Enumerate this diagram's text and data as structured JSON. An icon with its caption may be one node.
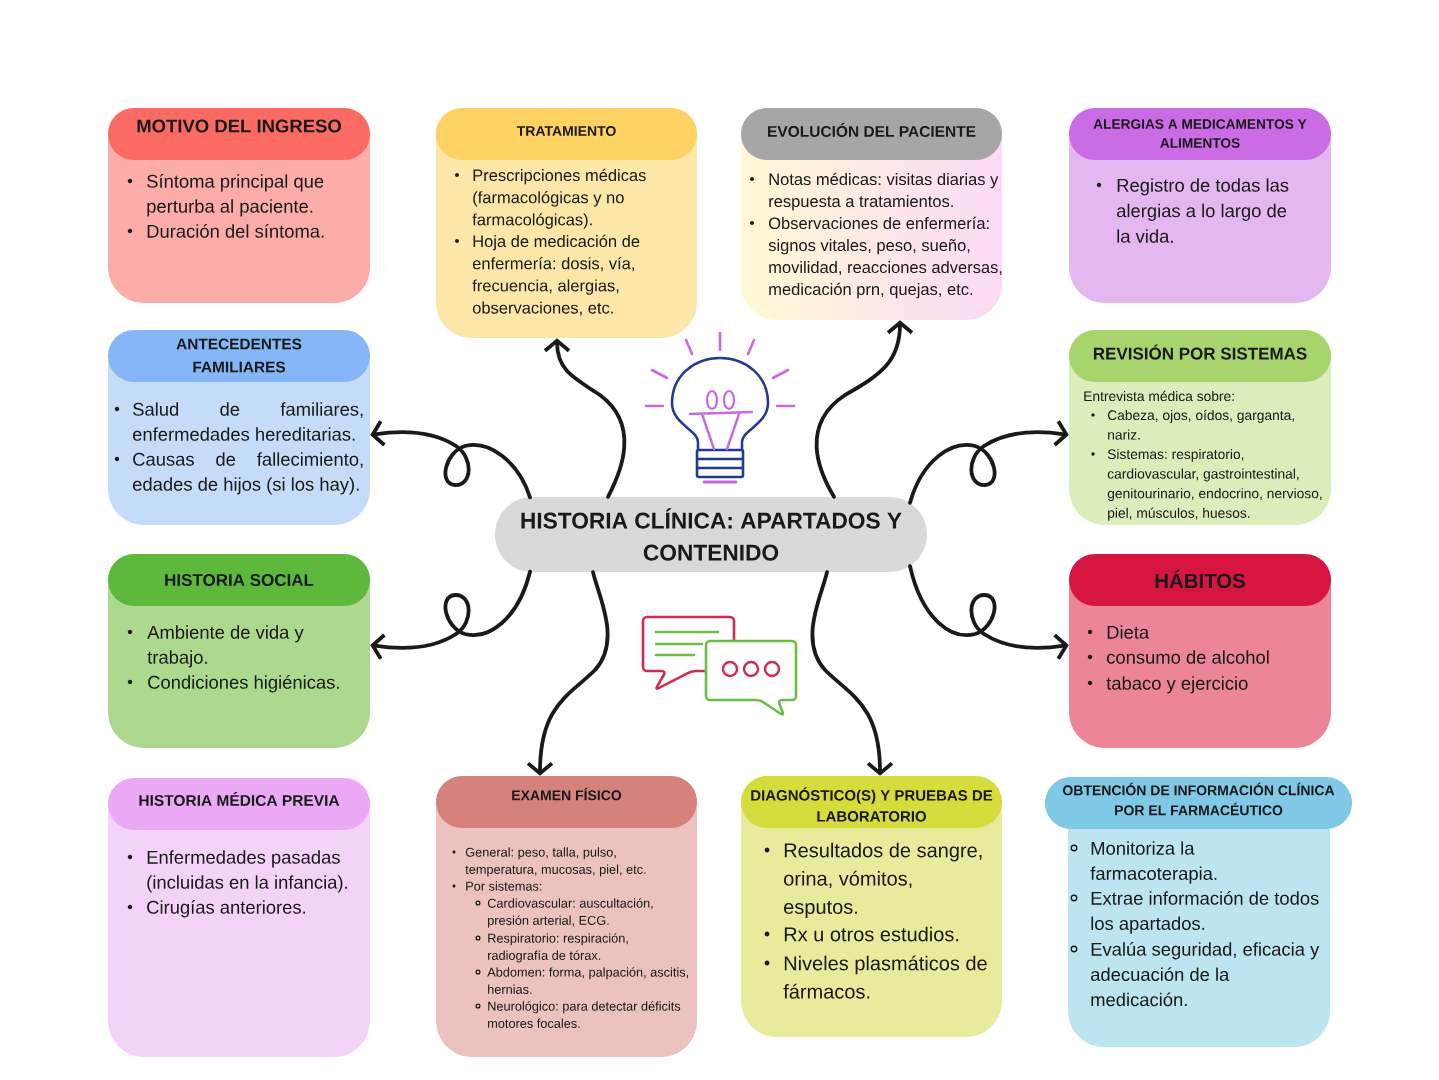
{
  "diagram": {
    "nodes": [
      {
        "text": [
          "HISTORIA CLÍNICA: APARTADOS Y CONTENIDO"
        ]
      },
      {
        "text": [
          "MOTIVO DEL INGRESO",
          "Síntoma principal que perturba al paciente.",
          "Duración del síntoma."
        ]
      },
      {
        "text": [
          "TRATAMIENTO",
          "Prescripciones médicas (farmacológicas y no farmacológicas).",
          "Hoja de medicación de enfermería: dosis, vía, frecuencia, alergias, observaciones, etc."
        ]
      },
      {
        "text": [
          "EVOLUCIÓN DEL PACIENTE",
          "Notas médicas: visitas diarias y respuesta a tratamientos.",
          "Observaciones de enfermería: signos vitales, peso, sueño, movilidad, reacciones adversas, medicación prn, quejas, etc."
        ]
      },
      {
        "text": [
          "ALERGIAS A MEDICAMENTOS Y ALIMENTOS",
          "Registro de todas las alergias a lo largo de la vida."
        ]
      },
      {
        "text": [
          "ANTECEDENTES FAMILIARES",
          "Salud de familiares, enfermedades hereditarias.",
          "Causas de fallecimiento, edades de hijos (si los hay)."
        ]
      },
      {
        "text": [
          "REVISIÓN POR SISTEMAS",
          "Entrevista médica sobre:",
          "Cabeza, ojos, oídos, garganta, nariz.",
          "Sistemas: respiratorio, cardiovascular, gastrointestinal, genitourinario, endocrino, nervioso, piel, músculos, huesos."
        ]
      },
      {
        "text": [
          "HISTORIA SOCIAL",
          "Ambiente de vida y trabajo.",
          "Condiciones higiénicas."
        ]
      },
      {
        "text": [
          "HÁBITOS",
          "Dieta",
          "consumo de alcohol",
          "tabaco y ejercicio"
        ]
      },
      {
        "text": [
          "HISTORIA MÉDICA PREVIA",
          "Enfermedades pasadas (incluidas en la infancia).",
          "Cirugías anteriores."
        ]
      },
      {
        "text": [
          "EXAMEN FÍSICO",
          "General: peso, talla, pulso, temperatura, mucosas, piel, etc.",
          "Por sistemas:",
          "Cardiovascular: auscultación, presión arterial, ECG.",
          "Respiratorio: respiración, radiografía de tórax.",
          "Abdomen: forma, palpación, ascitis, hernias.",
          "Neurológico: para detectar déficits motores focales."
        ]
      },
      {
        "text": [
          "DIAGNÓSTICO(S) Y PRUEBAS DE LABORATORIO",
          "Resultados de sangre, orina, vómitos, esputos.",
          "Rx u otros estudios.",
          "Niveles plasmáticos de fármacos."
        ]
      },
      {
        "text": [
          "OBTENCIÓN DE INFORMACIÓN CLÍNICA POR EL FARMACÉUTICO",
          "Monitoriza la farmacoterapia.",
          "Extrae información de todos los apartados.",
          "Evalúa seguridad, eficacia y adecuación de la medicación."
        ]
      }
    ],
    "edges": [
      {
        "from": 0,
        "to": 2,
        "arrow": "to"
      },
      {
        "from": 0,
        "to": 3,
        "arrow": "to"
      },
      {
        "from": 0,
        "to": 5,
        "arrow": "to"
      },
      {
        "from": 0,
        "to": 6,
        "arrow": "to"
      },
      {
        "from": 0,
        "to": 7,
        "arrow": "to"
      },
      {
        "from": 0,
        "to": 8,
        "arrow": "to"
      },
      {
        "from": 0,
        "to": 10,
        "arrow": "to"
      },
      {
        "from": 0,
        "to": 11,
        "arrow": "to"
      }
    ]
  }
}
